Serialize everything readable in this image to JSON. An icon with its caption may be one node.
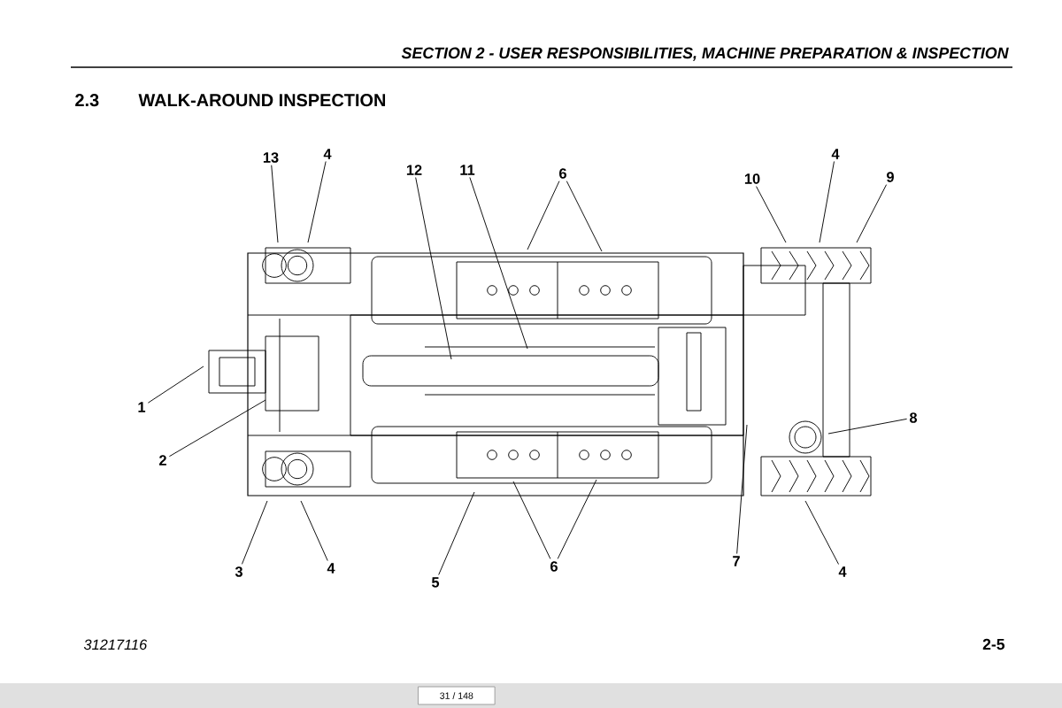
{
  "diagram": {
    "title": "WALK-AROUND INSPECTION",
    "nodes": [
      {
        "text": [
          "13"
        ]
      },
      {
        "text": [
          "4"
        ]
      },
      {
        "text": [
          "12"
        ]
      },
      {
        "text": [
          "11"
        ]
      },
      {
        "text": [
          "6"
        ]
      },
      {
        "text": [
          "10"
        ]
      },
      {
        "text": [
          "4"
        ]
      },
      {
        "text": [
          "9"
        ]
      },
      {
        "text": [
          "1"
        ]
      },
      {
        "text": [
          "2"
        ]
      },
      {
        "text": [
          "8"
        ]
      },
      {
        "text": [
          "3"
        ]
      },
      {
        "text": [
          "4"
        ]
      },
      {
        "text": [
          "5"
        ]
      },
      {
        "text": [
          "6"
        ]
      },
      {
        "text": [
          "7"
        ]
      },
      {
        "text": [
          "4"
        ]
      }
    ],
    "edges": [
      {
        "from": 0,
        "to": null,
        "arrow": "none"
      },
      {
        "from": 1,
        "to": null,
        "arrow": "none"
      },
      {
        "from": 2,
        "to": null,
        "arrow": "none"
      },
      {
        "from": 3,
        "to": null,
        "arrow": "none"
      },
      {
        "from": 4,
        "to": null,
        "arrow": "none"
      },
      {
        "from": 4,
        "to": null,
        "arrow": "none"
      },
      {
        "from": 5,
        "to": null,
        "arrow": "none"
      },
      {
        "from": 6,
        "to": null,
        "arrow": "none"
      },
      {
        "from": 7,
        "to": null,
        "arrow": "none"
      },
      {
        "from": 8,
        "to": null,
        "arrow": "none"
      },
      {
        "from": 9,
        "to": null,
        "arrow": "none"
      },
      {
        "from": 10,
        "to": null,
        "arrow": "none"
      },
      {
        "from": 11,
        "to": null,
        "arrow": "none"
      },
      {
        "from": 12,
        "to": null,
        "arrow": "none"
      },
      {
        "from": 13,
        "to": null,
        "arrow": "none"
      },
      {
        "from": 14,
        "to": null,
        "arrow": "none"
      },
      {
        "from": 14,
        "to": null,
        "arrow": "none"
      },
      {
        "from": 15,
        "to": null,
        "arrow": "none"
      },
      {
        "from": 16,
        "to": null,
        "arrow": "none"
      }
    ],
    "labels": [
      "SECTION 2 - USER RESPONSIBILITIES, MACHINE PREPARATION & INSPECTION",
      "2.3",
      "31217116",
      "2-5",
      "31 / 148"
    ]
  }
}
